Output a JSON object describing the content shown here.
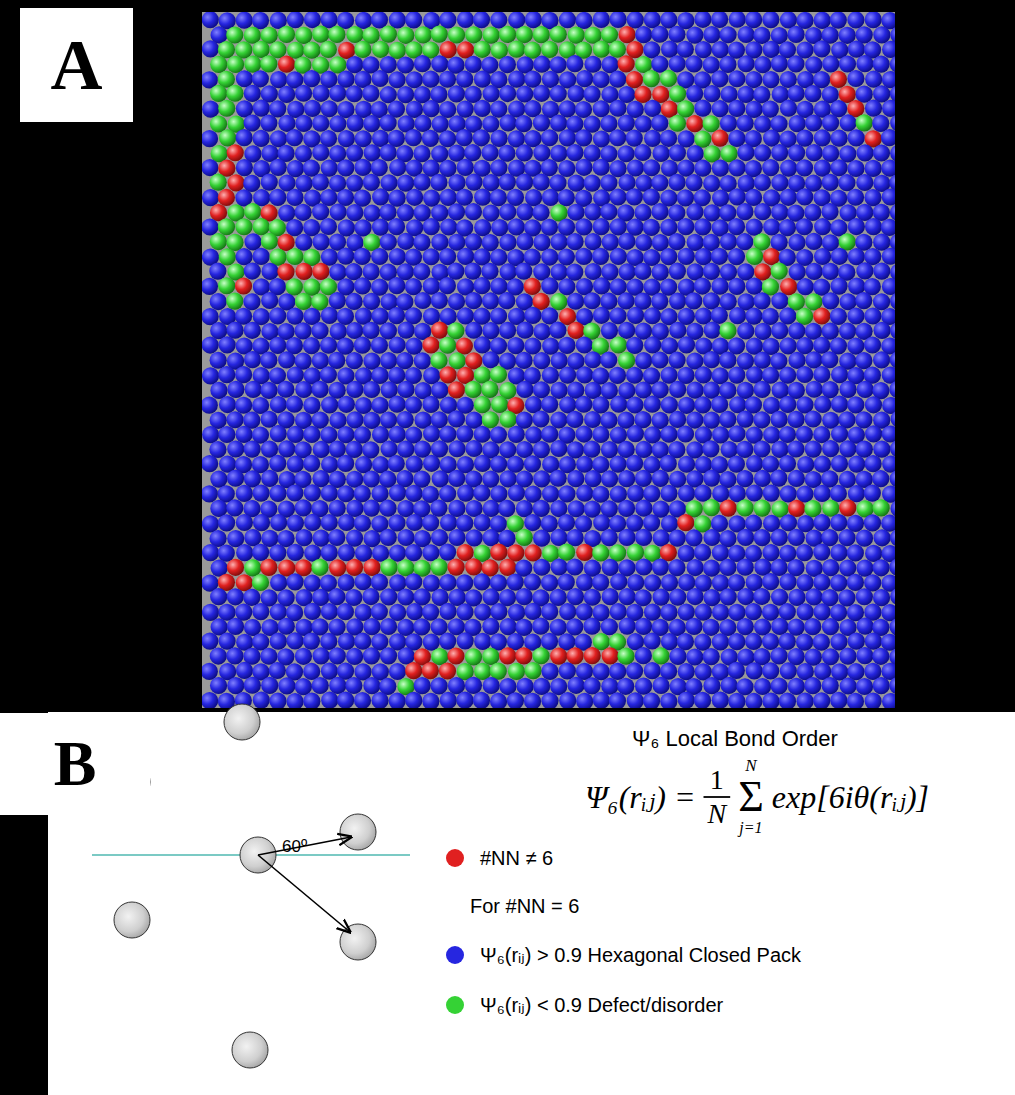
{
  "diagram": {
    "nodes": [
      {
        "text": [
          "A"
        ]
      },
      {
        "text": [
          "B"
        ]
      }
    ],
    "labels": [
      "Ψ₆ Local Bond Order",
      "Ψ₆(rᵢⱼ) =",
      "1",
      "N",
      "N",
      "Σ",
      "j=1",
      "exp[6iθ(rᵢⱼ)]",
      "60º",
      "For #NN = 6"
    ],
    "legend": [
      {
        "text": "#NN ≠ 6",
        "color": "#e02020"
      },
      {
        "text": "Ψ₆(rᵢⱼ) > 0.9 Hexagonal Closed Pack",
        "color": "#2626e0"
      },
      {
        "text": "Ψ₆(rᵢⱼ) < 0.9 Defect/disorder",
        "color": "#35d235"
      }
    ]
  }
}
